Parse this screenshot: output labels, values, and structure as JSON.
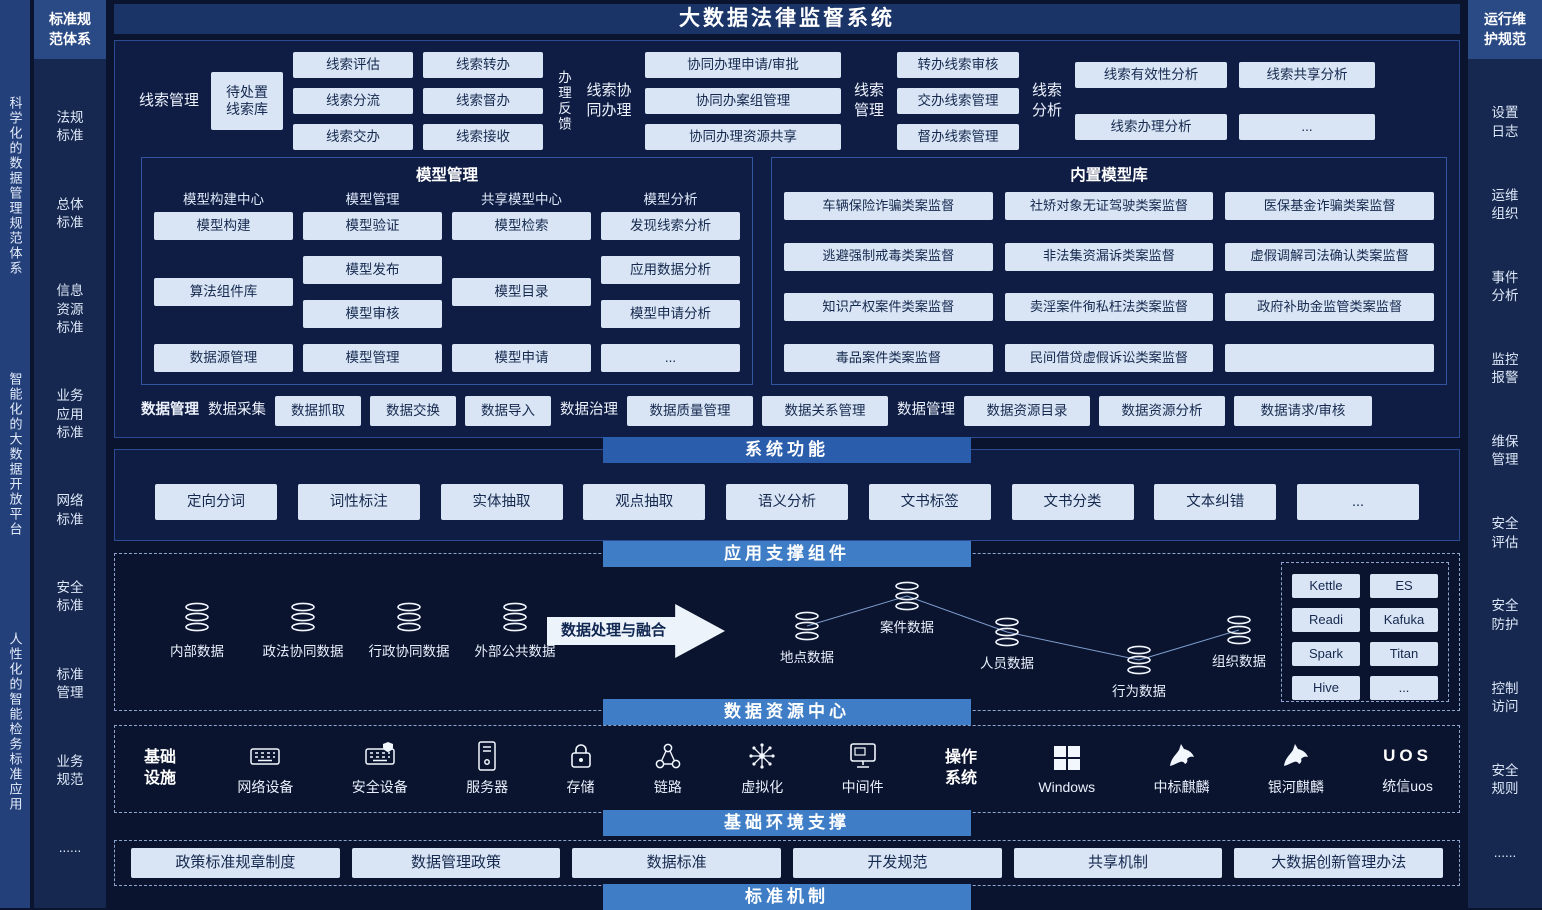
{
  "palette": {
    "bg": "#0a142f",
    "panel": "#0f1d44",
    "box_bg": "#d9e5f4",
    "box_text": "#15294f",
    "bar_dark": "#2a5dab",
    "bar_light": "#3f7ec6",
    "title_bg": "#1a3468",
    "border": "#2b4c92"
  },
  "icons": {
    "database-icon": "stacked-discs",
    "keyboard-icon": "keyboard",
    "shield-keyboard-icon": "keyboard+shield",
    "server-icon": "tower",
    "lock-icon": "padlock",
    "link-icon": "three-nodes",
    "virtualization-icon": "hub-spokes",
    "middleware-icon": "monitor",
    "windows-logo-icon": "four-squares",
    "kylin-logo-icon": "beast",
    "uos-logo-icon": "UOS",
    "process-arrow-icon": "right-arrow"
  },
  "title": "大数据法律监督系统",
  "outer_rail": {
    "lines": [
      "科学化的数据管理规范体系",
      "智能化的大数据开放平台",
      "人性化的智能检务标准应用"
    ]
  },
  "standards_rail": {
    "title": "标准规范体系",
    "items": [
      "法规标准",
      "总体标准",
      "信息资源标准",
      "业务应用标准",
      "网络标准",
      "安全标准",
      "标准管理",
      "业务规范",
      "......"
    ]
  },
  "ops_rail": {
    "title": "运行维护规范",
    "items": [
      "设置日志",
      "运维组织",
      "事件分析",
      "监控报警",
      "维保管理",
      "安全评估",
      "安全防护",
      "控制访问",
      "安全规则",
      "......"
    ]
  },
  "clue": {
    "manage_label": "线索管理",
    "pending": "待处置线索库",
    "col1": [
      "线索评估",
      "线索分流",
      "线索交办"
    ],
    "col2": [
      "线索转办",
      "线索督办",
      "线索接收"
    ],
    "feedback": "办理反馈",
    "collab_label": "线索协同办理",
    "collab": [
      "协同办理申请/审批",
      "协同办案组管理",
      "协同办理资源共享"
    ],
    "manage2_label": "线索管理",
    "manage2": [
      "转办线索审核",
      "交办线索管理",
      "督办线索管理"
    ],
    "analysis_label": "线索分析",
    "analysis": [
      "线索有效性分析",
      "线索共享分析",
      "线索办理分析",
      "..."
    ]
  },
  "model": {
    "title": "模型管理",
    "columns": [
      {
        "label": "模型构建中心",
        "items": [
          "模型构建",
          "算法组件库",
          "数据源管理"
        ]
      },
      {
        "label": "模型管理",
        "items": [
          "模型验证",
          "模型发布",
          "模型审核",
          "模型管理"
        ]
      },
      {
        "label": "共享模型中心",
        "items": [
          "模型检索",
          "模型目录",
          "模型申请"
        ]
      },
      {
        "label": "模型分析",
        "items": [
          "发现线索分析",
          "应用数据分析",
          "模型申请分析",
          "..."
        ]
      }
    ]
  },
  "builtin": {
    "title": "内置模型库",
    "cells": [
      "车辆保险诈骗类案监督",
      "社矫对象无证驾驶类案监督",
      "医保基金诈骗类案监督",
      "逃避强制戒毒类案监督",
      "非法集资漏诉类案监督",
      "虚假调解司法确认类案监督",
      "知识产权案件类案监督",
      "卖淫案件徇私枉法类案监督",
      "政府补助金监管类案监督",
      "毒品案件类案监督",
      "民间借贷虚假诉讼类案监督",
      ""
    ]
  },
  "data_mgmt": {
    "title": "数据管理",
    "g1_label": "数据采集",
    "g1": [
      "数据抓取",
      "数据交换",
      "数据导入"
    ],
    "g2_label": "数据治理",
    "g2": [
      "数据质量管理",
      "数据关系管理"
    ],
    "g3_label": "数据管理",
    "g3": [
      "数据资源目录",
      "数据资源分析",
      "数据请求/审核"
    ]
  },
  "sysfunc": {
    "title": "系统功能",
    "items": [
      "定向分词",
      "词性标注",
      "实体抽取",
      "观点抽取",
      "语义分析",
      "文书标签",
      "文书分类",
      "文本纠错",
      "..."
    ]
  },
  "support": {
    "title": "应用支撑组件",
    "sources": [
      "内部数据",
      "政法协同数据",
      "行政协同数据",
      "外部公共数据"
    ],
    "arrow": "数据处理与融合",
    "targets": [
      "地点数据",
      "案件数据",
      "人员数据",
      "行为数据",
      "组织数据"
    ],
    "tools": [
      "Kettle",
      "ES",
      "Readi",
      "Kafuka",
      "Spark",
      "Titan",
      "Hive",
      "..."
    ]
  },
  "resource_bar": "数据资源中心",
  "infra": {
    "base_label": "基础设施",
    "devices": [
      "网络设备",
      "安全设备",
      "服务器",
      "存储",
      "链路",
      "虚拟化",
      "中间件"
    ],
    "os_label": "操作系统",
    "os": [
      {
        "name": "Windows"
      },
      {
        "name": "中标麒麟"
      },
      {
        "name": "银河麒麟"
      },
      {
        "name": "统信uos",
        "logo": "UOS"
      }
    ]
  },
  "baseenv_bar": "基础环境支撑",
  "policies": [
    "政策标准规章制度",
    "数据管理政策",
    "数据标准",
    "开发规范",
    "共享机制",
    "大数据创新管理办法"
  ],
  "bottom_bar": "标准机制"
}
